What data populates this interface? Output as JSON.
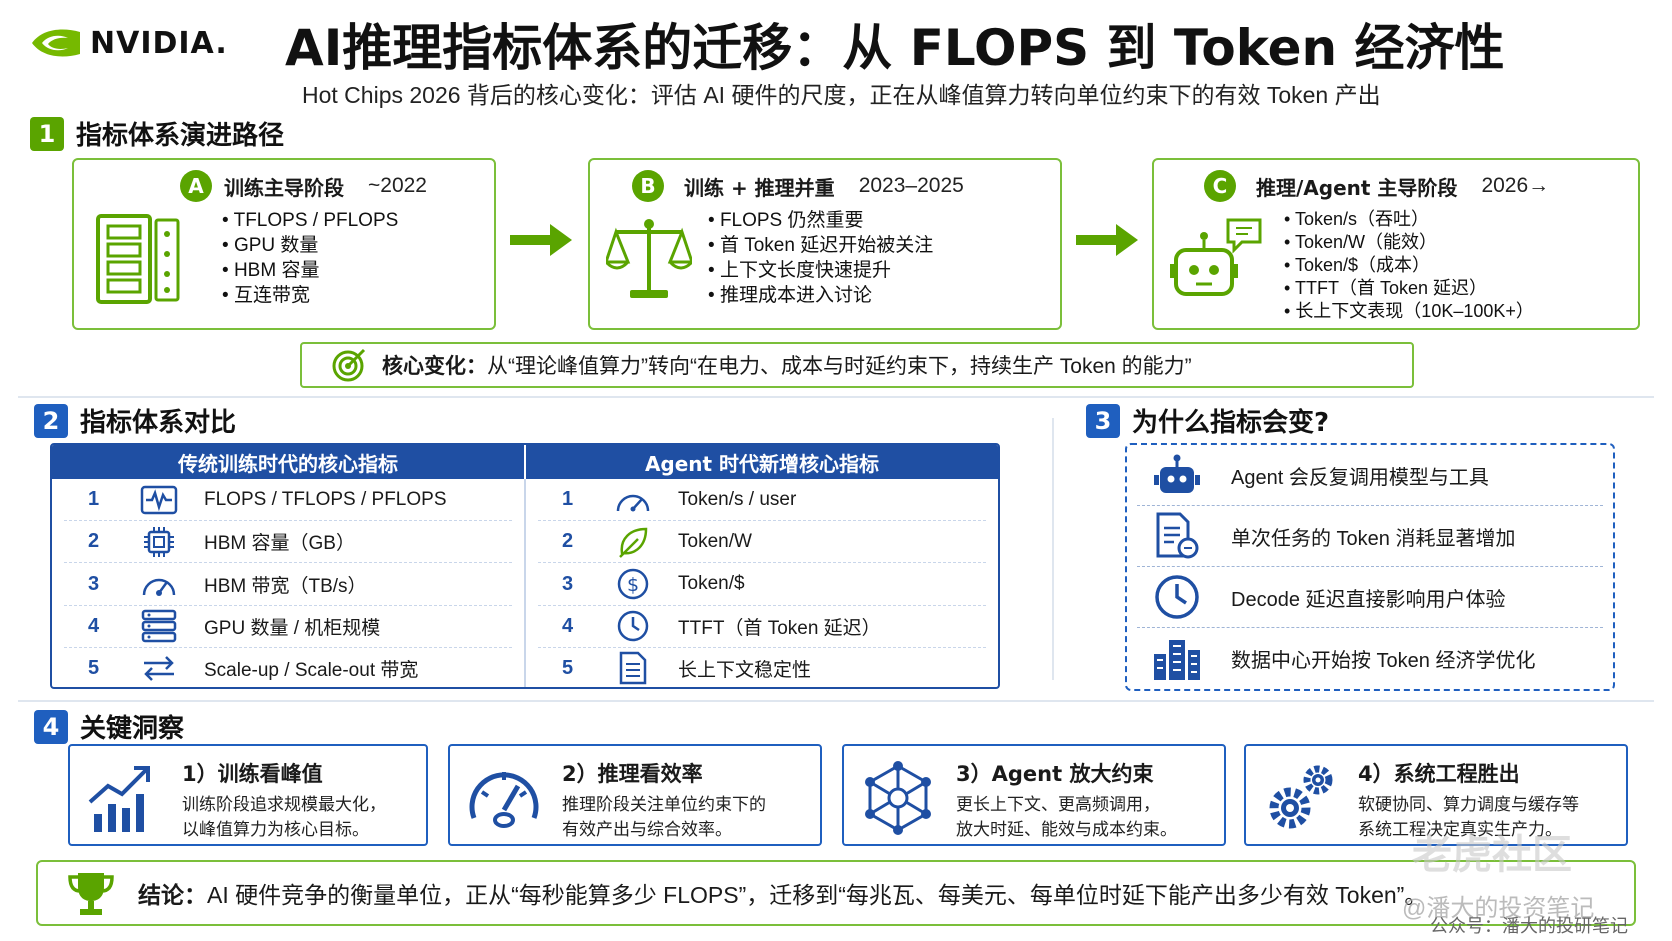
{
  "header": {
    "logo_text": "NVIDIA.",
    "title": "AI推理指标体系的迁移：从 FLOPS 到 Token 经济性",
    "subtitle": "Hot Chips 2026 背后的核心变化：评估 AI 硬件的尺度，正在从峰值算力转向单位约束下的有效 Token 产出"
  },
  "section1": {
    "num": "1",
    "title": "指标体系演进路径",
    "stages": [
      {
        "badge": "A",
        "name": "训练主导阶段",
        "period": "~2022",
        "bullets": [
          "TFLOPS / PFLOPS",
          "GPU 数量",
          "HBM 容量",
          "互连带宽"
        ],
        "icon": "server-rack-icon"
      },
      {
        "badge": "B",
        "name": "训练 + 推理并重",
        "period": "2023–2025",
        "bullets": [
          "FLOPS 仍然重要",
          "首 Token 延迟开始被关注",
          "上下文长度快速提升",
          "推理成本进入讨论"
        ],
        "icon": "balance-scale-icon"
      },
      {
        "badge": "C",
        "name": "推理/Agent 主导阶段",
        "period": "2026→",
        "bullets": [
          "Token/s（吞吐）",
          "Token/W（能效）",
          "Token/$（成本）",
          "TTFT（首 Token 延迟）",
          "长上下文表现（10K–100K+）"
        ],
        "icon": "robot-chat-icon"
      }
    ],
    "core_label": "核心变化：",
    "core_text": "从“理论峰值算力”转向“在电力、成本与时延约束下，持续生产 Token 的能力”"
  },
  "section2": {
    "num": "2",
    "title": "指标体系对比",
    "left_header": "传统训练时代的核心指标",
    "right_header": "Agent 时代新增核心指标",
    "left_rows": [
      {
        "n": "1",
        "text": "FLOPS / TFLOPS / PFLOPS",
        "icon": "waveform-icon"
      },
      {
        "n": "2",
        "text": "HBM 容量（GB）",
        "icon": "chip-icon"
      },
      {
        "n": "3",
        "text": "HBM 带宽（TB/s）",
        "icon": "gauge-icon"
      },
      {
        "n": "4",
        "text": "GPU 数量 / 机柜规模",
        "icon": "server-icon"
      },
      {
        "n": "5",
        "text": "Scale-up / Scale-out 带宽",
        "icon": "bidirectional-arrows-icon"
      }
    ],
    "right_rows": [
      {
        "n": "1",
        "text": "Token/s / user",
        "icon": "speedometer-icon"
      },
      {
        "n": "2",
        "text": "Token/W",
        "icon": "leaf-icon"
      },
      {
        "n": "3",
        "text": "Token/$",
        "icon": "dollar-icon"
      },
      {
        "n": "4",
        "text": "TTFT（首 Token 延迟）",
        "icon": "clock-icon"
      },
      {
        "n": "5",
        "text": "长上下文稳定性",
        "icon": "document-icon"
      }
    ]
  },
  "section3": {
    "num": "3",
    "title": "为什么指标会变?",
    "items": [
      {
        "text": "Agent 会反复调用模型与工具",
        "icon": "robot-icon"
      },
      {
        "text": "单次任务的 Token 消耗显著增加",
        "icon": "document-chat-icon"
      },
      {
        "text": "Decode 延迟直接影响用户体验",
        "icon": "clock-icon"
      },
      {
        "text": "数据中心开始按 Token 经济学优化",
        "icon": "datacenter-icon"
      }
    ]
  },
  "section4": {
    "num": "4",
    "title": "关键洞察",
    "cards": [
      {
        "title": "1）训练看峰值",
        "lines": [
          "训练阶段追求规模最大化，",
          "以峰值算力为核心目标。"
        ],
        "icon": "growth-chart-icon"
      },
      {
        "title": "2）推理看效率",
        "lines": [
          "推理阶段关注单位约束下的",
          "有效产出与综合效率。"
        ],
        "icon": "speedometer-icon"
      },
      {
        "title": "3）Agent 放大约束",
        "lines": [
          "更长上下文、更高频调用，",
          "放大时延、能效与成本约束。"
        ],
        "icon": "network-icon"
      },
      {
        "title": "4）系统工程胜出",
        "lines": [
          "软硬协同、算力调度与缓存等",
          "系统工程决定真实生产力。"
        ],
        "icon": "gears-icon"
      }
    ],
    "conclusion_label": "结论：",
    "conclusion_text": "AI 硬件竞争的衡量单位，正从“每秒能算多少 FLOPS”，迁移到“每兆瓦、每美元、每单位时延下能产出多少有效 Token”。"
  },
  "watermark": {
    "line1": "老虎社区",
    "line2": "@潘大的投资笔记",
    "line3": "公众号：潘大的投研笔记"
  },
  "colors": {
    "green": "#5aa400",
    "blue": "#1f4fa3"
  }
}
